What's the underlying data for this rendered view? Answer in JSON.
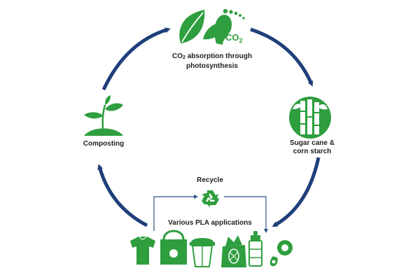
{
  "diagram": {
    "colors": {
      "arrow": "#1e3f7a",
      "icon": "#2e9e3e",
      "line": "#2b4f86",
      "text": "#1f1f1f"
    },
    "nodes": {
      "absorption": {
        "label_pre": "CO",
        "label_sub": "2",
        "label_post": " absorption through photosynthesis",
        "icon": "leaf-footprint-co2-icon",
        "co2_text": "CO",
        "co2_sub": "2"
      },
      "feedstock": {
        "label": "Sugar cane & corn starch",
        "icon": "sugar-cane-icon"
      },
      "applications": {
        "label": "Various PLA applications",
        "icons": [
          "t-shirt-icon",
          "shopping-bag-icon",
          "cup-with-lid-icon",
          "food-packaging-icon",
          "baby-bottle-icon",
          "pacifier-icon"
        ]
      },
      "composting": {
        "label": "Composting",
        "icon": "sprouting-plant-icon"
      },
      "recycle": {
        "label": "Recycle",
        "icon": "recycle-icon"
      }
    }
  }
}
